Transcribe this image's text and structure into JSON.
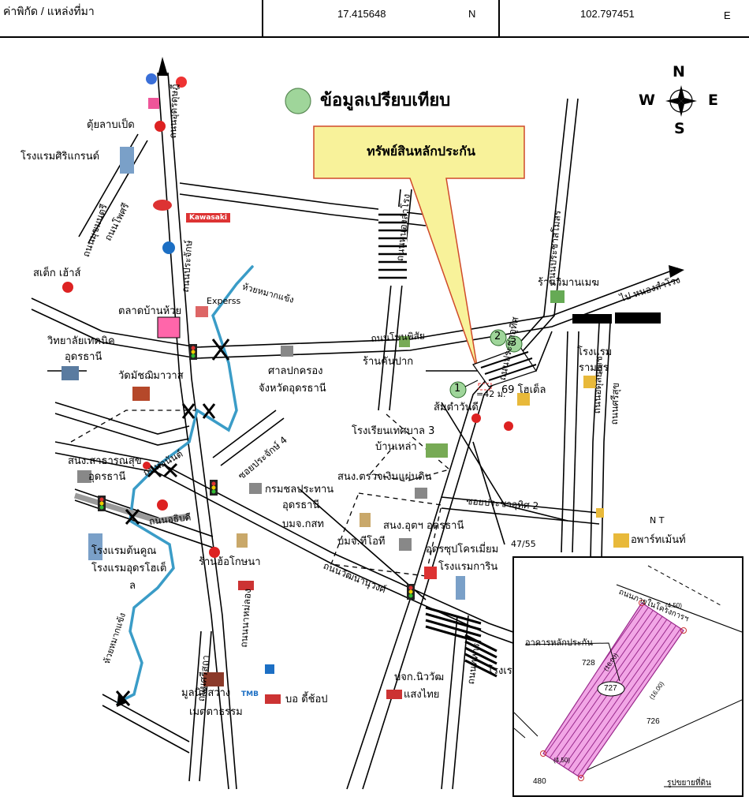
{
  "header": {
    "label": "ค่าพิกัด / แหล่งที่มา",
    "latitude": "17.415648",
    "lat_dir": "N",
    "longitude": "102.797451",
    "lon_dir": "E"
  },
  "legend": {
    "comparison_label": "ข้อมูลเปรียบเทียบ",
    "collateral_callout": "ทรัพย์สินหลักประกัน"
  },
  "compass": {
    "n": "N",
    "s": "S",
    "e": "E",
    "w": "W"
  },
  "comparables": [
    "1",
    "2",
    "3"
  ],
  "distance_label": "=42 ม.",
  "places": {
    "tu_lap_pet": "ตุ้ยลาบเป็ด",
    "sirigrand": "โรงแรมศิริแกรนด์",
    "steak_house": "สเต็ก เฮ้าส์",
    "talad_ban_huai": "ตลาดบ้านห้วย",
    "express": "Experss",
    "technic_college": "วิทยาลัยเทคนิค",
    "technic_college2": "อุดรธานี",
    "wat": "วัดมัชฌิมาวาส",
    "court": "ศาลปกครอง",
    "court2": "จังหวัดอุดรธานี",
    "ran_khan_pak": "ร้านคันปาก",
    "vimanmek": "ร้านวิมานเมฆ",
    "hotel_ramsoon": "โรงแรม",
    "hotel_ramsoon2": "รามสูร",
    "hotel69": "69 โฮเต็ล",
    "somtam": "ส้มตำวันดี",
    "school": "โรงเรียนเทศบาล 3",
    "school2": "บ้านเหล่า",
    "public_health": "สนง.สาธารณสุข",
    "public_health2": "อุดรธานี",
    "land_audit": "สนง.ตรวจเงินแผ่นดิน",
    "irrigation": "กรมชลประทาน",
    "irrigation2": "อุดรธานี",
    "bmj_ksp": "บมจ.กสท",
    "bmj_tot": "บมจ.ทีโอที",
    "labor_office": "สนง.อุตฯ อุดรธานี",
    "udon_super": "อุดรซุปโครเมี่ยม",
    "hotel_karin": "โรงแรมการิน",
    "apartment": "อพาร์ทเม้นท์",
    "nt": "N T",
    "hotel_tonkoon": "โรงแรมต้นคูณ",
    "hotel_udon": "โรงแรมอุดรโฮเต็",
    "hotel_udon2": "ล",
    "ran_kho_sana": "ร้านฮ้อโกษนา",
    "mulnithi": "มูลนิธิสว่าง",
    "mulnithi2": "เมตตาธรรม",
    "bor_d_shop": "บอ ดี้ช้อป",
    "bjk_niwat": "บจก.นิววัฒ",
    "bjk_niwat2": "แสงไทย",
    "rong_ra": "โรงเร",
    "num_47_55": "47/55",
    "tmb": "TMB",
    "kawasaki": "Kawasaki"
  },
  "roads": {
    "udon_dusadi": "ถนนอุดรดุษฎี",
    "pho_si": "ถนนโพศรี",
    "phon_phisai": "ถนนโพนพิสัย",
    "prajaksila": "ถนนประจักษ์",
    "adunyadet": "ถนนอดุลยเดช",
    "huai_mak_khaeng": "ห้วยหมากแข้ง",
    "huai_mak_khaeng2": "ห้วยหมากแข้ง",
    "anan": "ถนนอนันต์",
    "adibodi": "ถนนอธิบดี",
    "mukmontri": "ถนนมุขมนตรี",
    "soi_prajak4": "ซอยประจักษ์ 4",
    "prachasamoson": "ถนนประชาสโมสร",
    "nong_samrong": "ถนนหนองสำโรง",
    "srisuk": "ถนนศรีสุข",
    "soi_pracha_uthit2": "ซอยประชาอุทิศ 2",
    "pracha_uthit": "ถนนประชาอุทิศ",
    "wattananuwong": "ถนนวัฒนานุวงศ์",
    "thahan": "ถนนทหาร",
    "srisatha": "ถนนศรีสถา",
    "nonglong": "ถนนนาหม่ลอง",
    "to_nong_samrong": "ไป หนองสำโรง"
  },
  "inset": {
    "collateral_building": "อาคารหลักประกัน",
    "road_in_project": "ถนนภายในโครงการฯ",
    "plot_main": "727",
    "plot_left": "728",
    "plot_right": "726",
    "plot_bottom": "480",
    "width_top": "(4.50)",
    "width_bottom": "(4.50)",
    "len_left": "(16.00)",
    "len_right": "(16.00)",
    "caption": "รูปขยายที่ดิน"
  },
  "colors": {
    "river": "#3a9cc7",
    "callout": "#f8f29a",
    "callout_border": "#d04a2a",
    "comparable_fill": "#9fd59a",
    "plot_fill": "#f2a6e6",
    "plot_hatch": "#9a2a8c"
  }
}
